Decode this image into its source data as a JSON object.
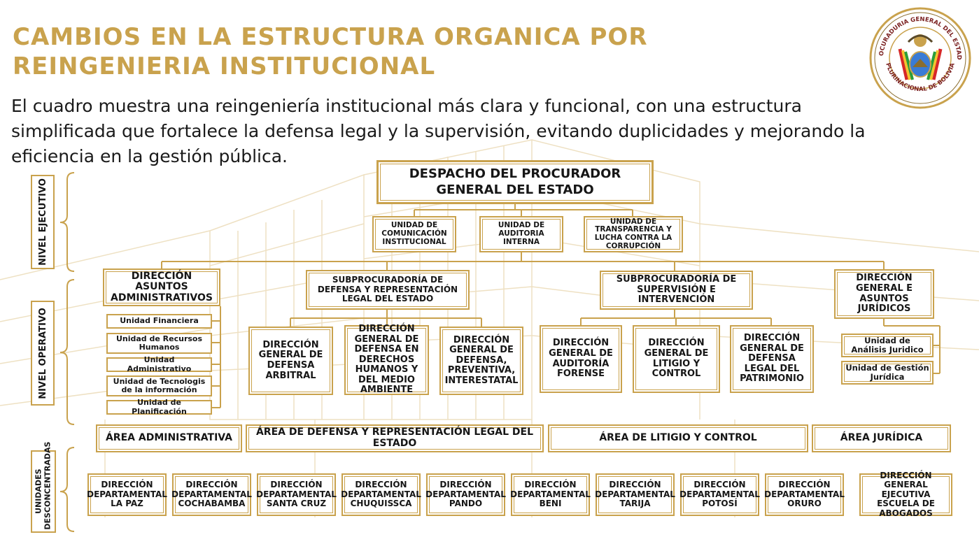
{
  "header": {
    "title_line1": "CAMBIOS EN LA ESTRUCTURA ORGANICA POR",
    "title_line2": "REINGENIERIA INSTITUCIONAL",
    "intro": "El cuadro muestra una reingeniería institucional más clara y funcional, con una estructura simplificada que fortalece la defensa legal y la supervisión, evitando duplicidades y mejorando la eficiencia en la gestión pública."
  },
  "seal": {
    "top_text": "PROCURADURIA GENERAL DEL ESTADO",
    "bottom_text": "PLURINACIONAL DE BOLIVIA"
  },
  "colors": {
    "gold": "#c9a24d",
    "text": "#161616"
  },
  "levels": {
    "ejecutivo": "NIVEL EJECUTIVO",
    "operativo": "NIVEL OPERATIVO",
    "desconcentradas": "UNIDADES DESCONCENTRADAS"
  },
  "despacho": "DESPACHO DEL PROCURADOR GENERAL DEL ESTADO",
  "staff_units": [
    "UNIDAD DE COMUNICACIÓN INSTITUCIONAL",
    "UNIDAD DE AUDITORIA INTERNA",
    "UNIDAD DE TRANSPARENCIA Y LUCHA CONTRA LA CORRUPCIÓN"
  ],
  "branches": {
    "admin": {
      "name": "DIRECCIÓN ASUNTOS ADMINISTRATIVOS",
      "units": [
        "Unidad Financiera",
        "Unidad de Recursos Humanos",
        "Unidad Administrativo",
        "Unidad de Tecnologis de la información",
        "Unidad de Planificación"
      ]
    },
    "defensa": {
      "name": "SUBPROCURADORÍA DE DEFENSA Y REPRESENTACIÓN LEGAL DEL ESTADO",
      "directions": [
        "DIRECCIÓN GENERAL DE DEFENSA ARBITRAL",
        "DIRECCIÓN GENERAL DE DEFENSA EN DERECHOS HUMANOS Y DEL MEDIO AMBIENTE",
        "DIRECCIÓN GENERAL DE DEFENSA, PREVENTIVA, INTERESTATAL"
      ]
    },
    "supervision": {
      "name": "SUBPROCURADORÍA DE SUPERVISIÓN E INTERVENCIÓN",
      "directions": [
        "DIRECCIÓN GENERAL DE AUDITORÍA FORENSE",
        "DIRECCIÓN GENERAL DE LITIGIO Y CONTROL",
        "DIRECCIÓN GENERAL DE DEFENSA LEGAL DEL PATRIMONIO"
      ]
    },
    "juridica": {
      "name": "DIRECCIÓN GENERAL E ASUNTOS JURÍDICOS",
      "units": [
        "Unidad de Análisis Juridico",
        "Unidad de Gestión Jurídica"
      ]
    }
  },
  "areas": [
    "ÁREA ADMINISTRATIVA",
    "ÁREA DE DEFENSA Y REPRESENTACIÓN LEGAL DEL ESTADO",
    "ÁREA DE LITIGIO Y CONTROL",
    "ÁREA JURÍDICA"
  ],
  "departmental": [
    "DIRECCIÓN DEPARTAMENTAL LA PAZ",
    "DIRECCIÓN DEPARTAMENTAL COCHABAMBA",
    "DIRECCIÓN DEPARTAMENTAL SANTA CRUZ",
    "DIRECCIÓN DEPARTAMENTAL CHUQUISSCA",
    "DIRECCIÓN DEPARTAMENTAL PANDO",
    "DIRECCIÓN DEPARTAMENTAL BENI",
    "DIRECCIÓN DEPARTAMENTAL TARIJA",
    "DIRECCIÓN DEPARTAMENTAL POTOSÍ",
    "DIRECCIÓN DEPARTAMENTAL ORURO",
    "DIRECCIÓN GENERAL EJECUTIVA ESCUELA DE ABOGADOS"
  ]
}
